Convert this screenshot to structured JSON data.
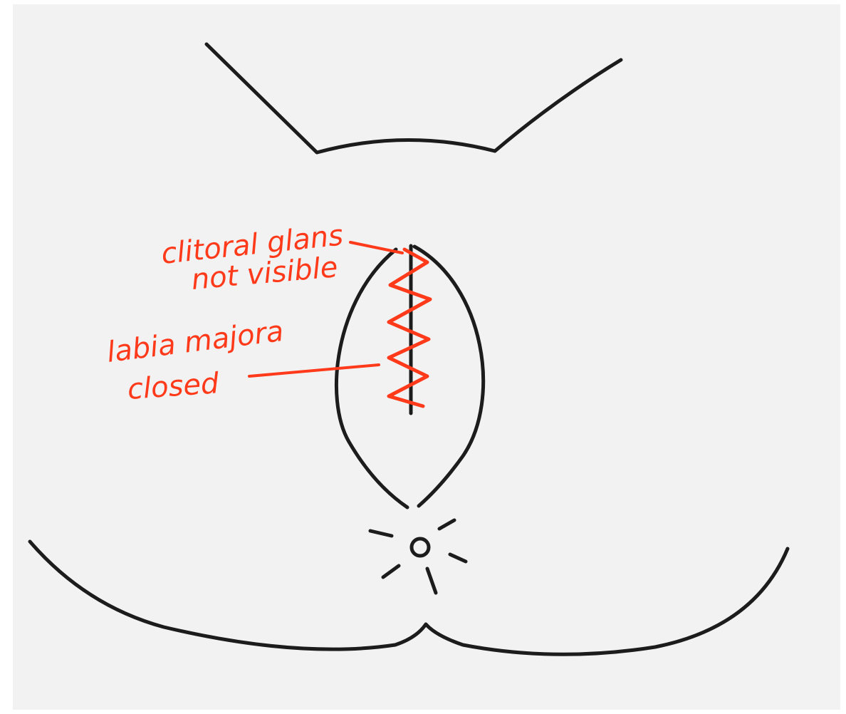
{
  "diagram": {
    "annotation_color": "#ff3a1a",
    "line_color": "#1c1c1c",
    "background_color": "#f2f2f2",
    "labels": [
      {
        "id": "clitoral-glans",
        "lines": [
          "clitoral glans",
          "not visible"
        ]
      },
      {
        "id": "labia-majora",
        "lines": [
          "labia majora",
          "closed"
        ]
      }
    ]
  }
}
